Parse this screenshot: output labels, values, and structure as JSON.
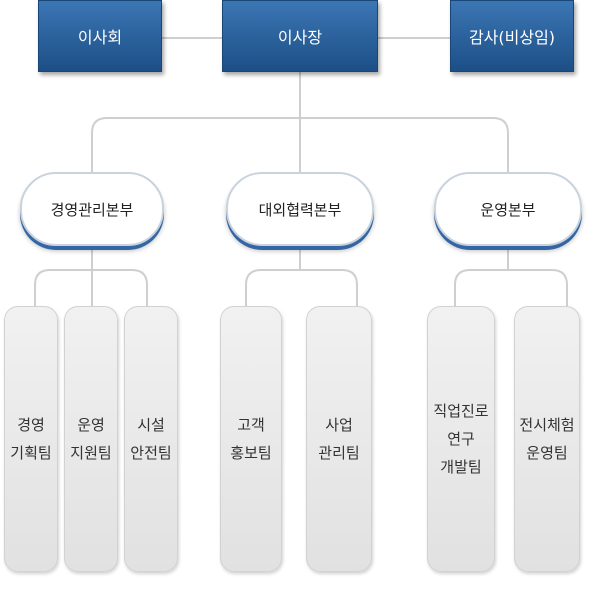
{
  "top": {
    "board": "이사회",
    "chairman": "이사장",
    "auditor": "감사(비상임)"
  },
  "divisions": {
    "management": "경영관리본부",
    "external": "대외협력본부",
    "operations": "운영본부"
  },
  "teams": {
    "planning": "경영\n기획팀",
    "ops_support": "운영\n지원팀",
    "facility_safety": "시설\n안전팀",
    "customer_pr": "고객\n홍보팀",
    "business_mgmt": "사업\n관리팀",
    "career_rnd": "직업진로\n연구\n개발팀",
    "exhibit_ops": "전시체험\n운영팀"
  },
  "colors": {
    "top_fill": "#2a62a0",
    "division_accent": "#3466a6",
    "team_fill": "#ebebeb",
    "connector": "#cfcfcf"
  }
}
